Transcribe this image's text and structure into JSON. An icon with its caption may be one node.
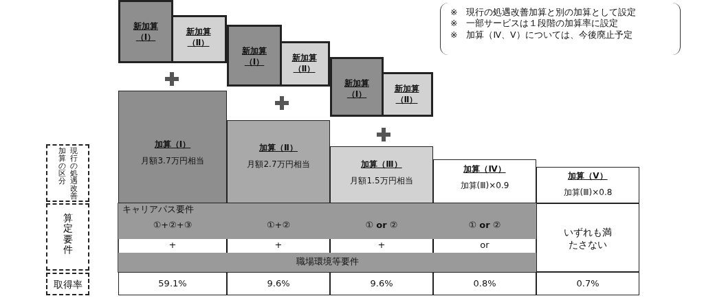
{
  "diagram": {
    "nodes": [
      {
        "text": [
          "新加算（Ⅰ）"
        ]
      },
      {
        "text": [
          "新加算（Ⅱ）"
        ]
      },
      {
        "text": [
          "新加算（Ⅰ）"
        ]
      },
      {
        "text": [
          "新加算（Ⅱ）"
        ]
      },
      {
        "text": [
          "新加算（Ⅰ）"
        ]
      },
      {
        "text": [
          "新加算（Ⅱ）"
        ]
      },
      {
        "text": [
          "※　現行の処遇改善加算と別の加算として設定",
          "※　一部サービスは１段階の加算率に設定",
          "※　加算（Ⅳ、Ⅴ）については、今後廃止予定"
        ]
      },
      {
        "text": [
          "現行の処遇改善加算の区分"
        ]
      },
      {
        "text": [
          "加算（Ⅰ）",
          "月額3.7万円相当"
        ]
      },
      {
        "text": [
          "加算（Ⅱ）",
          "月額2.7万円相当"
        ]
      },
      {
        "text": [
          "加算（Ⅲ）",
          "月額1.5万円相当"
        ]
      },
      {
        "text": [
          "加算（Ⅳ）",
          "加算(Ⅲ)×0.9"
        ]
      },
      {
        "text": [
          "加算（Ⅴ）",
          "加算(Ⅲ)×0.8"
        ]
      },
      {
        "text": [
          "算定要件"
        ]
      },
      {
        "text": [
          "キャリアパス要件"
        ]
      },
      {
        "text": [
          "職場環境等要件"
        ]
      },
      {
        "text": [
          "いずれも満たさない"
        ]
      },
      {
        "text": [
          "取得率"
        ]
      },
      {
        "text": [
          "59.1%"
        ]
      },
      {
        "text": [
          "9.6%"
        ]
      },
      {
        "text": [
          "9.6%"
        ]
      },
      {
        "text": [
          "0.8%"
        ]
      },
      {
        "text": [
          "0.7%"
        ]
      }
    ],
    "labels": [
      "①+②+③",
      "①+②",
      "① **or** ②",
      "① **or** ②",
      "+",
      "+",
      "+",
      "or"
    ]
  }
}
